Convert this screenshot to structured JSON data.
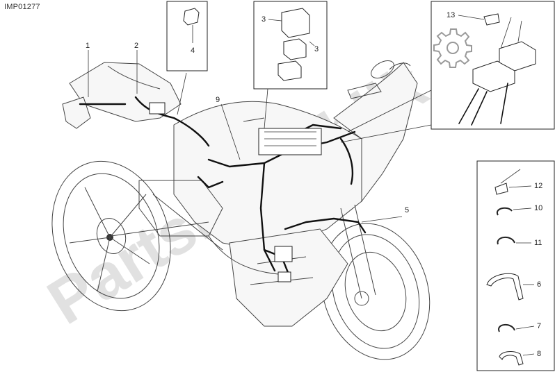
{
  "diagram_code": "IMP01277",
  "watermark": "PartsRepublik",
  "callouts": {
    "c1": "1",
    "c2": "2",
    "c3a": "3",
    "c3b": "3",
    "c4": "4",
    "c5": "5",
    "c6": "6",
    "c7": "7",
    "c8": "8",
    "c9": "9",
    "c10": "10",
    "c11": "11",
    "c12": "12",
    "c13": "13"
  },
  "icons": {
    "settings": "gear-icon"
  }
}
